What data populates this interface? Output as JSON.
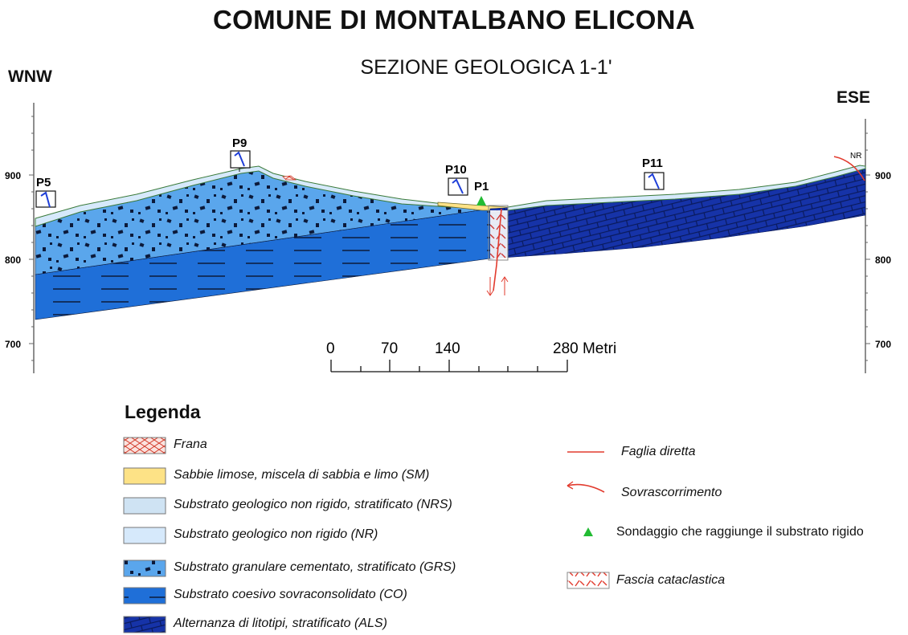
{
  "title": "COMUNE DI MONTALBANO ELICONA",
  "subtitle": "SEZIONE GEOLOGICA 1-1'",
  "directions": {
    "left": "WNW",
    "right": "ESE"
  },
  "axis": {
    "left_ticks": [
      "900",
      "800",
      "700"
    ],
    "right_ticks": [
      "900",
      "800",
      "700"
    ]
  },
  "wells": [
    {
      "label": "P5"
    },
    {
      "label": "P9"
    },
    {
      "label": "P10"
    },
    {
      "label": "P1"
    },
    {
      "label": "P11"
    },
    {
      "label": "NR"
    }
  ],
  "scale_bar": {
    "labels": [
      "0",
      "70",
      "140",
      "280 Metri"
    ]
  },
  "legend": {
    "title": "Legenda",
    "items": [
      {
        "label": "Frana",
        "color": "#f4d0c8"
      },
      {
        "label": "Sabbie limose, miscela di sabbia e limo (SM)",
        "color": "#fde286"
      },
      {
        "label": "Substrato geologico non rigido, stratificato (NRS)",
        "color": "#cfe3f3"
      },
      {
        "label": "Substrato geologico non rigido (NR)",
        "color": "#d6e9fb"
      },
      {
        "label": "Substrato granulare cementato, stratificato (GRS)",
        "color": "#5aa6ec"
      },
      {
        "label": "Substrato coesivo sovraconsolidato (CO)",
        "color": "#1f6fd8"
      },
      {
        "label": "Alternanza di litotipi, stratificato (ALS)",
        "color": "#1633a8"
      }
    ],
    "symbols": [
      {
        "label": "Faglia diretta",
        "color": "#e23b2e"
      },
      {
        "label": "Sovrascorrimento",
        "color": "#e23b2e"
      },
      {
        "label": "Sondaggio che raggiunge il substrato rigido",
        "color": "#22bb33"
      },
      {
        "label": "Fascia cataclastica",
        "color": "#e23b2e"
      }
    ]
  }
}
